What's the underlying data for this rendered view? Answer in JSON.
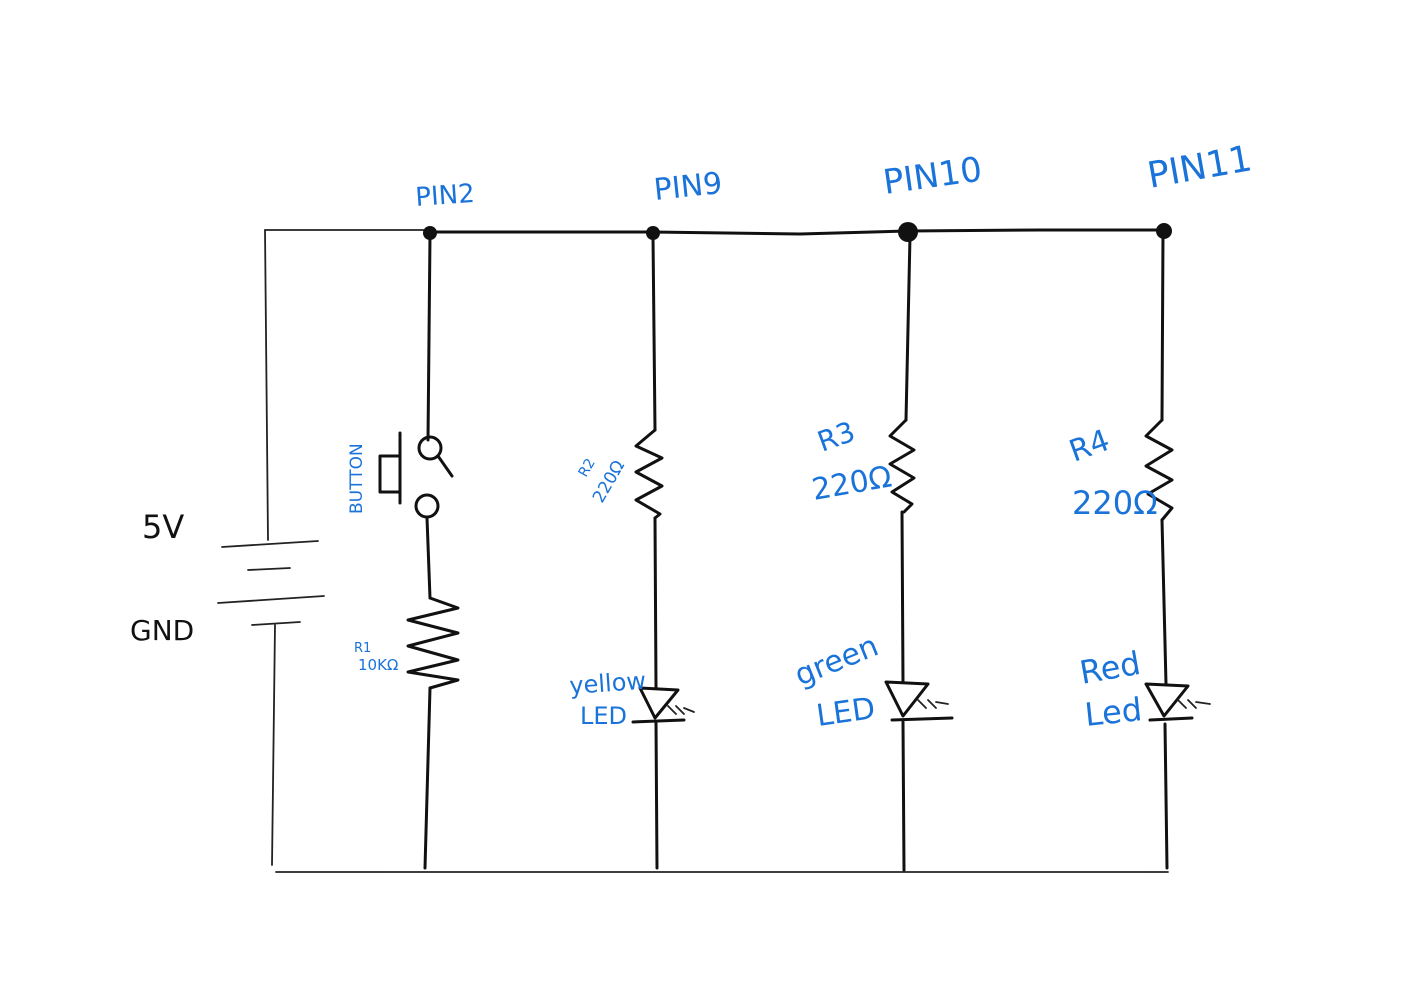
{
  "diagram": {
    "pins": [
      "PIN2",
      "PIN9",
      "PIN10",
      "PIN11"
    ],
    "supply": {
      "positive_label": "5V",
      "ground_label": "GND"
    },
    "button": {
      "label": "BUTTON"
    },
    "resistors": [
      {
        "name": "R1",
        "value": "10KΩ"
      },
      {
        "name": "R2",
        "value": "220Ω"
      },
      {
        "name": "R3",
        "value": "220Ω"
      },
      {
        "name": "R4",
        "value": "220Ω"
      }
    ],
    "leds": [
      {
        "color_word": "yellow",
        "word": "LED"
      },
      {
        "color_word": "green",
        "word": "LED"
      },
      {
        "color_word": "Red",
        "word": "Led"
      }
    ],
    "colors": {
      "wire": "#111111",
      "label": "#1a73d9"
    }
  }
}
